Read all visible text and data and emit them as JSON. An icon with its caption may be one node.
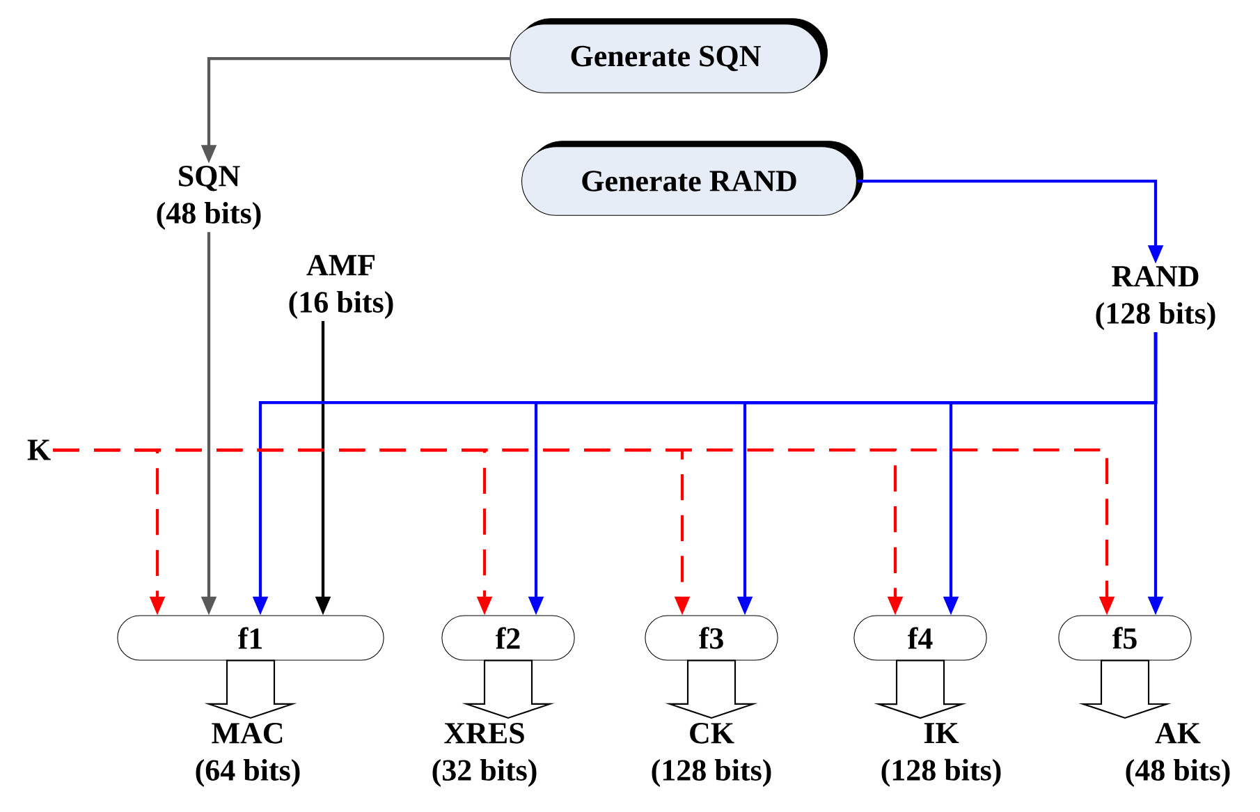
{
  "diagram": {
    "nodes": [
      {
        "text": [
          "Generate SQN"
        ]
      },
      {
        "text": [
          "Generate RAND"
        ]
      },
      {
        "text": [
          "SQN",
          "(48 bits)"
        ]
      },
      {
        "text": [
          "AMF",
          "(16 bits)"
        ]
      },
      {
        "text": [
          "RAND",
          "(128 bits)"
        ]
      },
      {
        "text": [
          "K"
        ]
      },
      {
        "text": [
          "f1"
        ]
      },
      {
        "text": [
          "f2"
        ]
      },
      {
        "text": [
          "f3"
        ]
      },
      {
        "text": [
          "f4"
        ]
      },
      {
        "text": [
          "f5"
        ]
      },
      {
        "text": [
          "MAC",
          "(64 bits)"
        ]
      },
      {
        "text": [
          "XRES",
          "(32 bits)"
        ]
      },
      {
        "text": [
          "CK",
          "(128 bits)"
        ]
      },
      {
        "text": [
          "IK",
          "(128 bits)"
        ]
      },
      {
        "text": [
          "AK",
          "(48 bits)"
        ]
      }
    ],
    "edges": [
      {
        "from": 0,
        "to": 2,
        "arrow": "to",
        "color": "#595959"
      },
      {
        "from": 1,
        "to": 4,
        "arrow": "to",
        "color": "#0000ff"
      },
      {
        "from": 2,
        "to": 6,
        "arrow": "to",
        "color": "#595959"
      },
      {
        "from": 3,
        "to": 6,
        "arrow": "to",
        "color": "#000000"
      },
      {
        "from": 4,
        "to": 6,
        "arrow": "to",
        "color": "#0000ff"
      },
      {
        "from": 4,
        "to": 7,
        "arrow": "to",
        "color": "#0000ff"
      },
      {
        "from": 4,
        "to": 8,
        "arrow": "to",
        "color": "#0000ff"
      },
      {
        "from": 4,
        "to": 9,
        "arrow": "to",
        "color": "#0000ff"
      },
      {
        "from": 4,
        "to": 10,
        "arrow": "to",
        "color": "#0000ff"
      },
      {
        "from": 5,
        "to": 6,
        "arrow": "to",
        "style": "dashed",
        "color": "#ff0000"
      },
      {
        "from": 5,
        "to": 7,
        "arrow": "to",
        "style": "dashed",
        "color": "#ff0000"
      },
      {
        "from": 5,
        "to": 8,
        "arrow": "to",
        "style": "dashed",
        "color": "#ff0000"
      },
      {
        "from": 5,
        "to": 9,
        "arrow": "to",
        "style": "dashed",
        "color": "#ff0000"
      },
      {
        "from": 5,
        "to": 10,
        "arrow": "to",
        "style": "dashed",
        "color": "#ff0000"
      },
      {
        "from": 6,
        "to": 11,
        "arrow": "to",
        "style": "thick"
      },
      {
        "from": 7,
        "to": 12,
        "arrow": "to",
        "style": "thick"
      },
      {
        "from": 8,
        "to": 13,
        "arrow": "to",
        "style": "thick"
      },
      {
        "from": 9,
        "to": 14,
        "arrow": "to",
        "style": "thick"
      },
      {
        "from": 10,
        "to": 15,
        "arrow": "to",
        "style": "thick"
      }
    ]
  }
}
